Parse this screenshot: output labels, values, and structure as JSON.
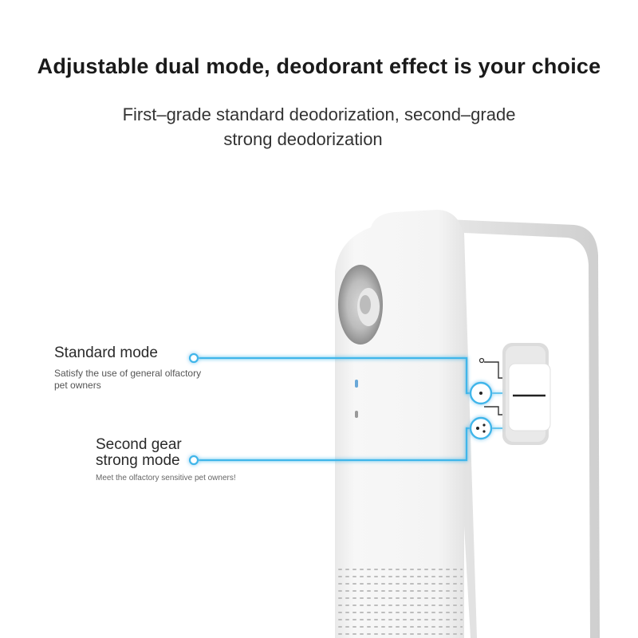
{
  "headline": "Adjustable dual mode, deodorant effect is your choice",
  "subheadline": {
    "line1": "First–grade standard deodorization, second–grade",
    "line2": "strong deodorization"
  },
  "modes": [
    {
      "title": "Standard mode",
      "description": "Satisfy the use of general olfactory pet owners"
    },
    {
      "title_line1": "Second gear",
      "title_line2": "strong mode",
      "description": "Meet the olfactory sensitive pet owners!"
    }
  ],
  "colors": {
    "accent": "#3fb6ea",
    "glow": "#9adcf7",
    "device_body": "#f2f2f2",
    "device_shadow": "#d9d9d9"
  },
  "icons": [
    "mode-one-dot-icon",
    "mode-two-dot-icon",
    "switch-off-circle-icon"
  ]
}
